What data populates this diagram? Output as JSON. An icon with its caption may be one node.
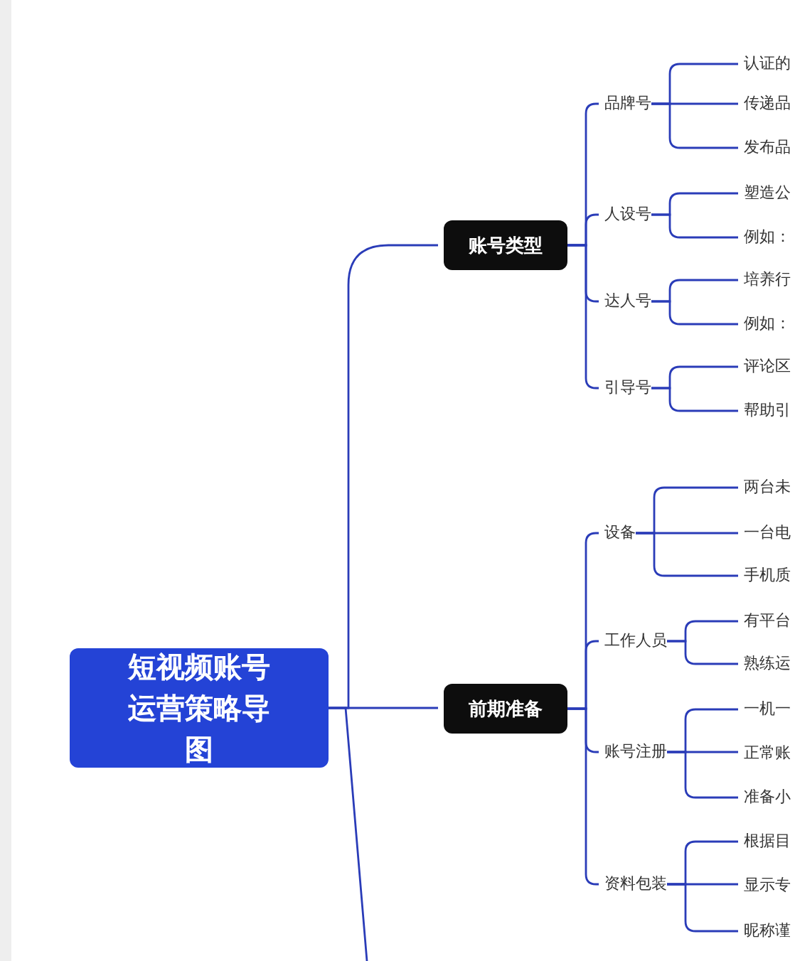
{
  "diagram": {
    "nodes": [
      {
        "text": [
          "短视频账号运营策略导图"
        ]
      },
      {
        "text": [
          "账号类型"
        ]
      },
      {
        "text": [
          "前期准备"
        ]
      },
      {
        "text": [
          "品牌号"
        ]
      },
      {
        "text": [
          "人设号"
        ]
      },
      {
        "text": [
          "达人号"
        ]
      },
      {
        "text": [
          "引导号"
        ]
      },
      {
        "text": [
          "设备"
        ]
      },
      {
        "text": [
          "工作人员"
        ]
      },
      {
        "text": [
          "账号注册"
        ]
      },
      {
        "text": [
          "资料包装"
        ]
      },
      {
        "text": [
          "认证的"
        ]
      },
      {
        "text": [
          "传递品"
        ]
      },
      {
        "text": [
          "发布品"
        ]
      },
      {
        "text": [
          "塑造公"
        ]
      },
      {
        "text": [
          "例如："
        ]
      },
      {
        "text": [
          "培养行"
        ]
      },
      {
        "text": [
          "例如："
        ]
      },
      {
        "text": [
          "评论区"
        ]
      },
      {
        "text": [
          "帮助引"
        ]
      },
      {
        "text": [
          "两台未"
        ]
      },
      {
        "text": [
          "一台电"
        ]
      },
      {
        "text": [
          "手机质"
        ]
      },
      {
        "text": [
          "有平台"
        ]
      },
      {
        "text": [
          "熟练运"
        ]
      },
      {
        "text": [
          "一机一"
        ]
      },
      {
        "text": [
          "正常账"
        ]
      },
      {
        "text": [
          "准备小"
        ]
      },
      {
        "text": [
          "根据目"
        ]
      },
      {
        "text": [
          "显示专"
        ]
      },
      {
        "text": [
          "昵称谨"
        ]
      }
    ],
    "edges": [
      {
        "from": 0,
        "to": 1,
        "arrow": "none"
      },
      {
        "from": 0,
        "to": 2,
        "arrow": "none"
      },
      {
        "from": 0,
        "to": null,
        "arrow": "none"
      },
      {
        "from": 1,
        "to": 3,
        "arrow": "none"
      },
      {
        "from": 1,
        "to": 4,
        "arrow": "none"
      },
      {
        "from": 1,
        "to": 5,
        "arrow": "none"
      },
      {
        "from": 1,
        "to": 6,
        "arrow": "none"
      },
      {
        "from": 2,
        "to": 7,
        "arrow": "none"
      },
      {
        "from": 2,
        "to": 8,
        "arrow": "none"
      },
      {
        "from": 2,
        "to": 9,
        "arrow": "none"
      },
      {
        "from": 2,
        "to": 10,
        "arrow": "none"
      },
      {
        "from": 3,
        "to": 11,
        "arrow": "none"
      },
      {
        "from": 3,
        "to": 12,
        "arrow": "none"
      },
      {
        "from": 3,
        "to": 13,
        "arrow": "none"
      },
      {
        "from": 4,
        "to": 14,
        "arrow": "none"
      },
      {
        "from": 4,
        "to": 15,
        "arrow": "none"
      },
      {
        "from": 5,
        "to": 16,
        "arrow": "none"
      },
      {
        "from": 5,
        "to": 17,
        "arrow": "none"
      },
      {
        "from": 6,
        "to": 18,
        "arrow": "none"
      },
      {
        "from": 6,
        "to": 19,
        "arrow": "none"
      },
      {
        "from": 7,
        "to": 20,
        "arrow": "none"
      },
      {
        "from": 7,
        "to": 21,
        "arrow": "none"
      },
      {
        "from": 7,
        "to": 22,
        "arrow": "none"
      },
      {
        "from": 8,
        "to": 23,
        "arrow": "none"
      },
      {
        "from": 8,
        "to": 24,
        "arrow": "none"
      },
      {
        "from": 9,
        "to": 25,
        "arrow": "none"
      },
      {
        "from": 9,
        "to": 26,
        "arrow": "none"
      },
      {
        "from": 9,
        "to": 27,
        "arrow": "none"
      },
      {
        "from": 10,
        "to": 28,
        "arrow": "none"
      },
      {
        "from": 10,
        "to": 29,
        "arrow": "none"
      },
      {
        "from": 10,
        "to": 30,
        "arrow": "none"
      }
    ]
  }
}
